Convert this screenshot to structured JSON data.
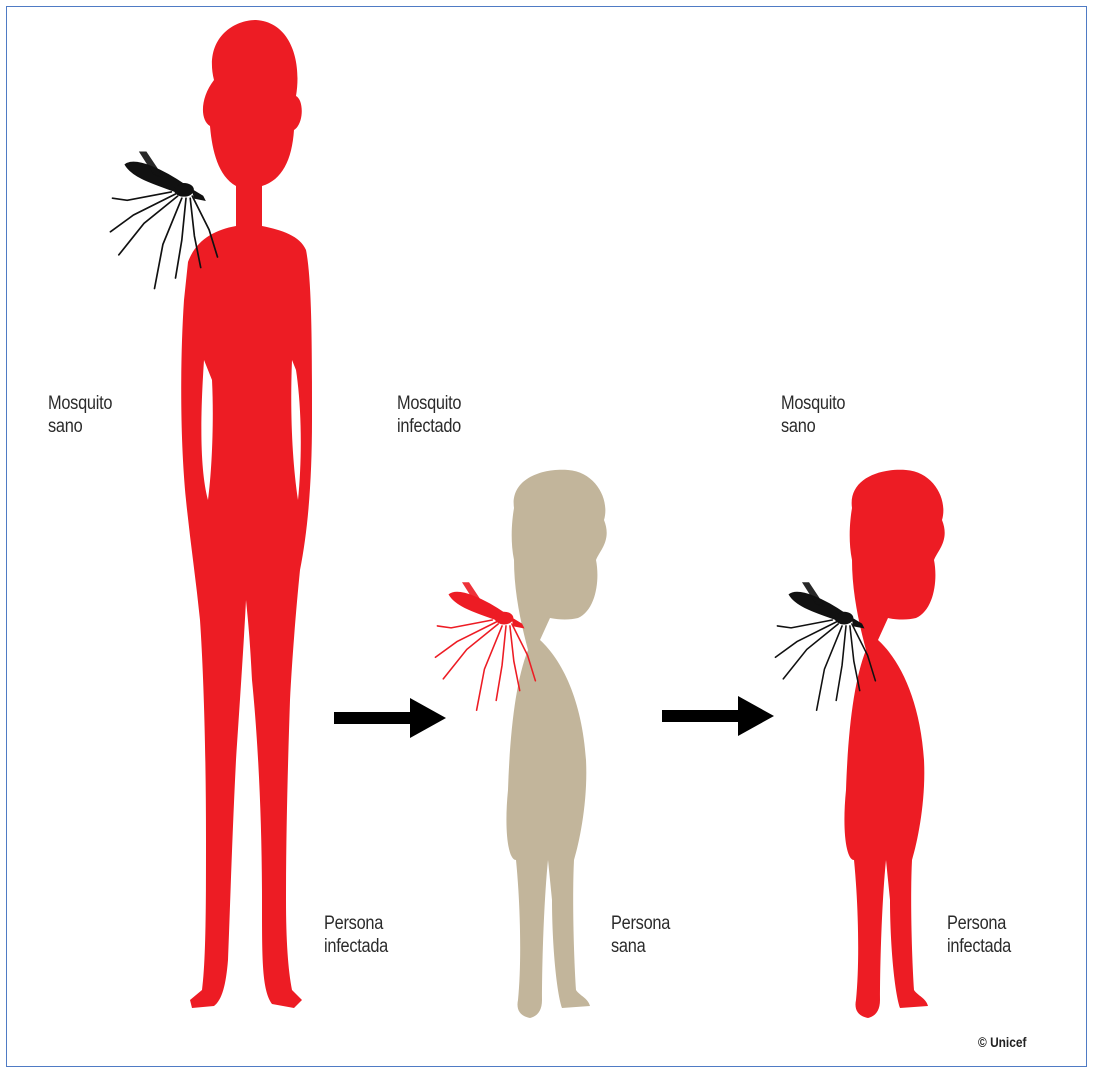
{
  "labels": {
    "adult_mosquito": {
      "line1": "Mosquito",
      "line2": "sano"
    },
    "adult_person": {
      "line1": "Persona",
      "line2": "infectada"
    },
    "child1_mosquito": {
      "line1": "Mosquito",
      "line2": "infectado"
    },
    "child1_person": {
      "line1": "Persona",
      "line2": "sana"
    },
    "child2_mosquito": {
      "line1": "Mosquito",
      "line2": "sano"
    },
    "child2_person": {
      "line1": "Persona",
      "line2": "infectada"
    }
  },
  "credit": "© Unicef",
  "colors": {
    "infected": "#ed1c24",
    "healthy_person": "#c2b59b",
    "mosquito_healthy": "#111111",
    "mosquito_infected": "#ed1c24",
    "arrow": "#000000",
    "frame_border": "#4f7bc4"
  },
  "icons": [
    "mosquito-icon",
    "right-arrow-icon"
  ]
}
